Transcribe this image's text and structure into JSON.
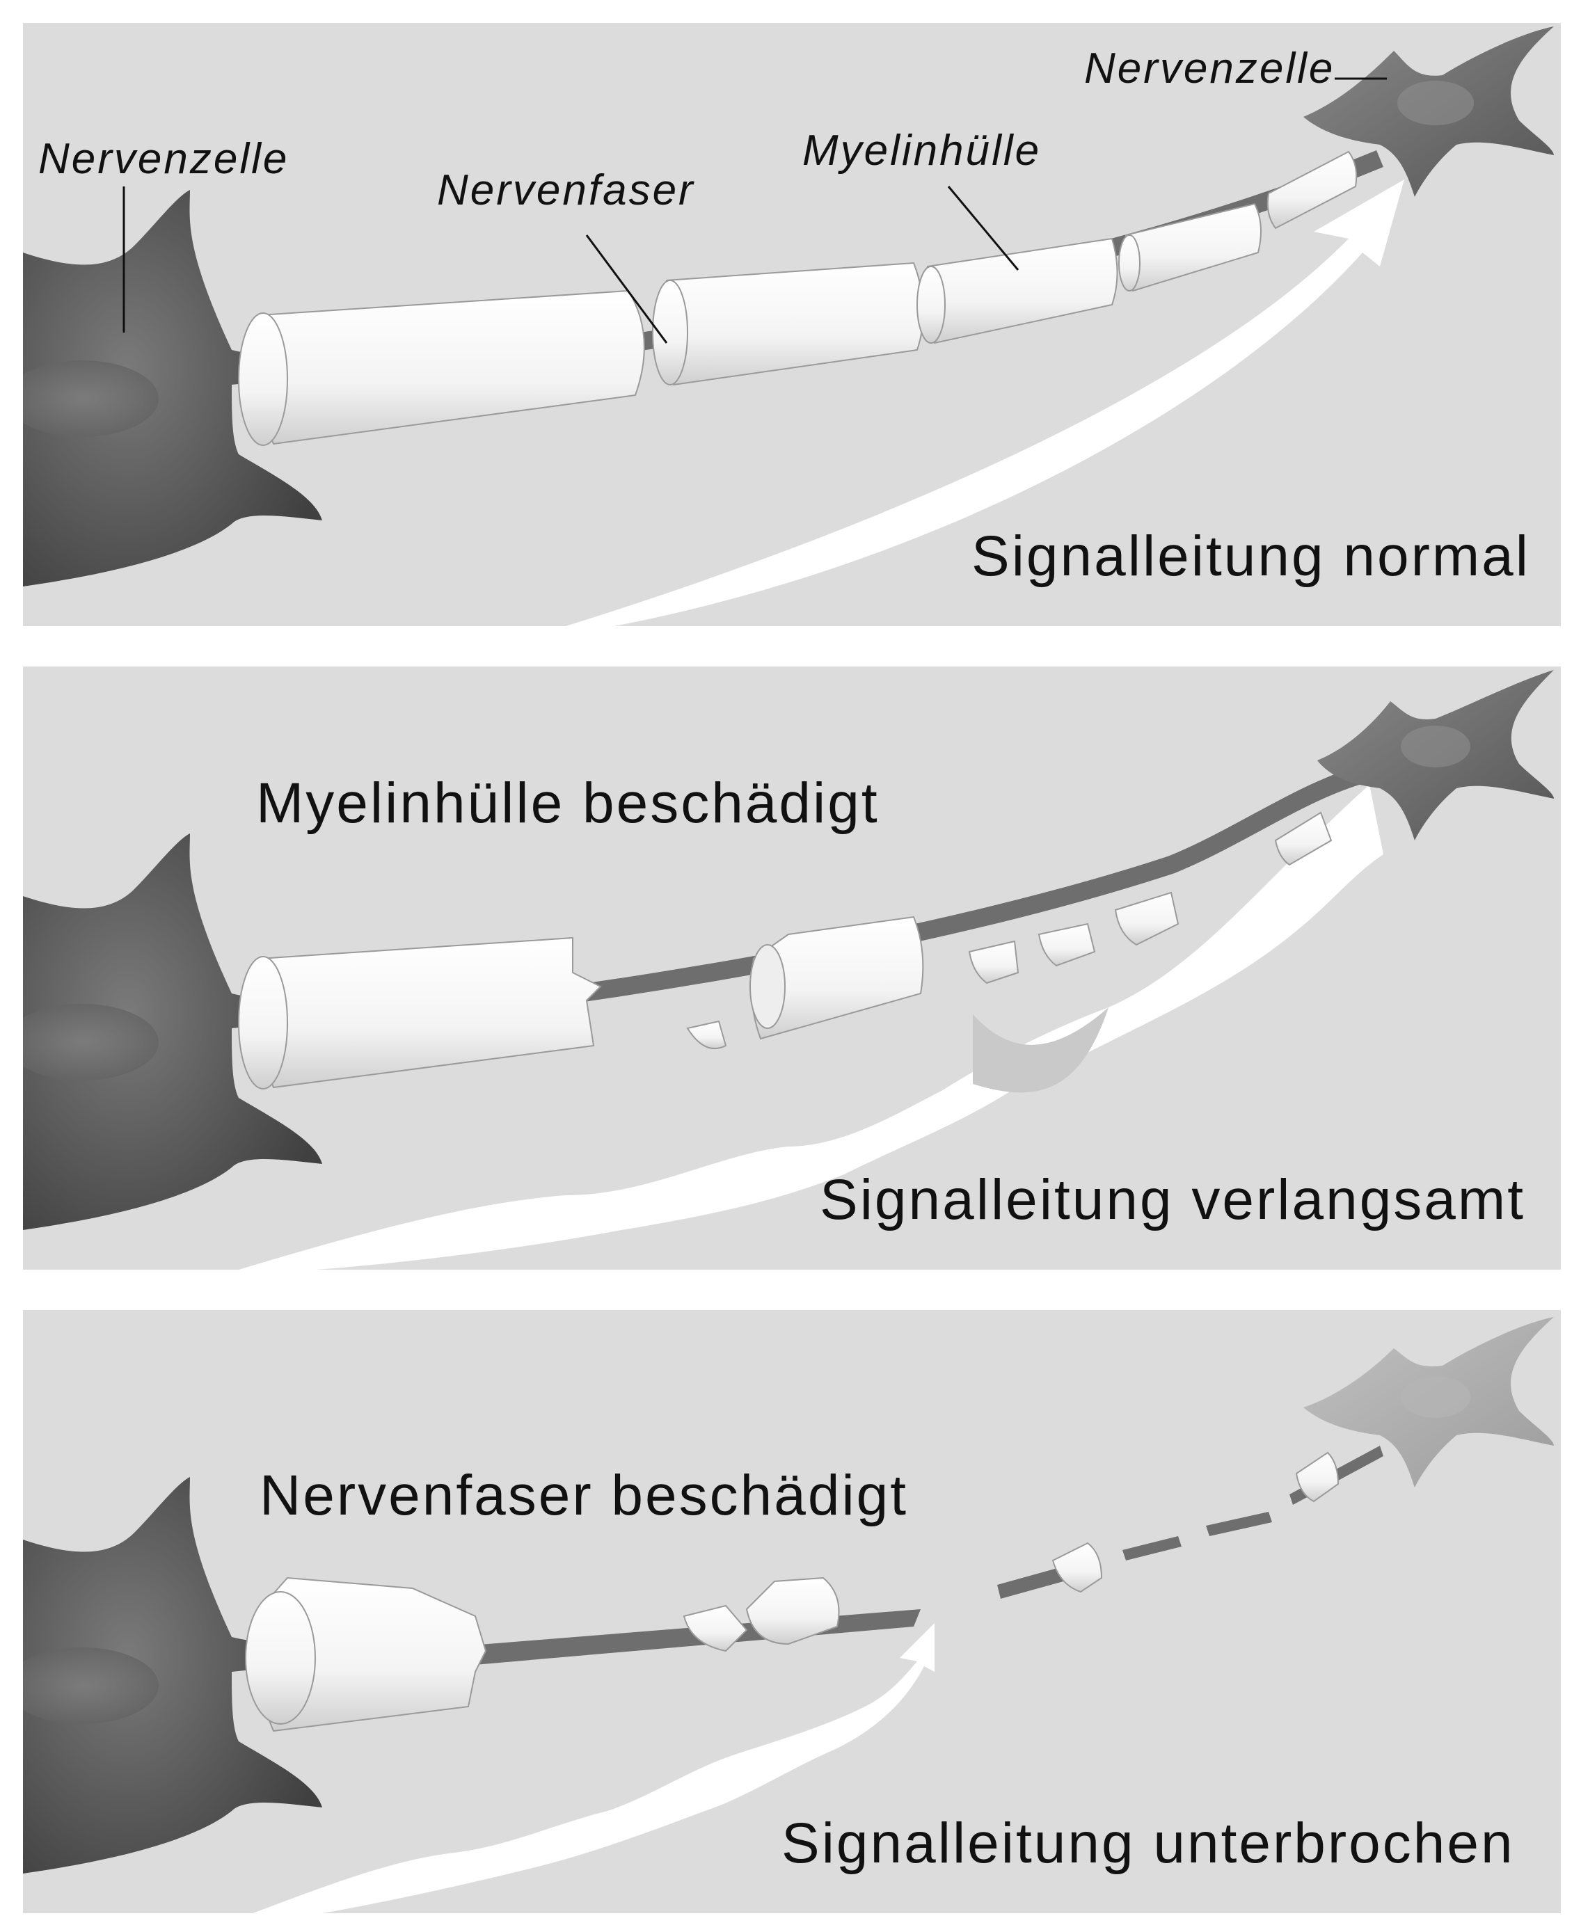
{
  "panels": [
    {
      "labels": {
        "nervenzelle_left": "Nervenzelle",
        "nervenfaser": "Nervenfaser",
        "myelinhuelle": "Myelinhülle",
        "nervenzelle_right": "Nervenzelle"
      },
      "caption": "Signalleitung normal"
    },
    {
      "heading": "Myelinhülle beschädigt",
      "caption": "Signalleitung verlangsamt"
    },
    {
      "heading": "Nervenfaser beschädigt",
      "caption": "Signalleitung unterbrochen"
    }
  ],
  "colors": {
    "panel_background": "#dcdcdc",
    "neuron_dark": "#5a5a5a",
    "neuron_faded": "#a8a8a8",
    "myelin": "#fafafa",
    "axon": "#6e6e6e",
    "signal_arrow": "#ffffff"
  }
}
